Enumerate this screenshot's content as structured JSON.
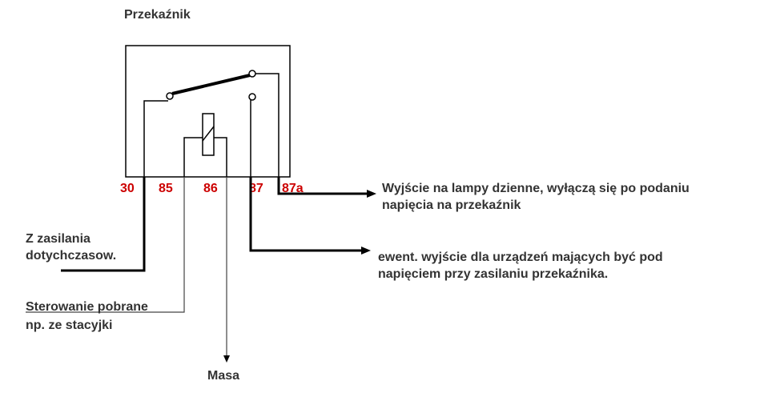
{
  "title": "Przekaźnik",
  "pins": {
    "p30": "30",
    "p85": "85",
    "p86": "86",
    "p87": "87",
    "p87a": "87a"
  },
  "labels": {
    "supply_line1": "Z zasilania",
    "supply_line2": "dotychczasow.",
    "control_line1": "Sterowanie pobrane",
    "control_line2": "np. ze stacyjki",
    "ground": "Masa",
    "out87a_line1": "Wyjście na lampy dzienne, wyłączą się po podaniu",
    "out87a_line2": "napięcia na przekaźnik",
    "out87_line1": "ewent. wyjście dla urządzeń mających być pod",
    "out87_line2": "napięciem przy zasilaniu przekaźnika."
  },
  "colors": {
    "wire": "#000000",
    "thin_wire": "#444444",
    "pin_label": "#cc0000",
    "text": "#333333"
  }
}
